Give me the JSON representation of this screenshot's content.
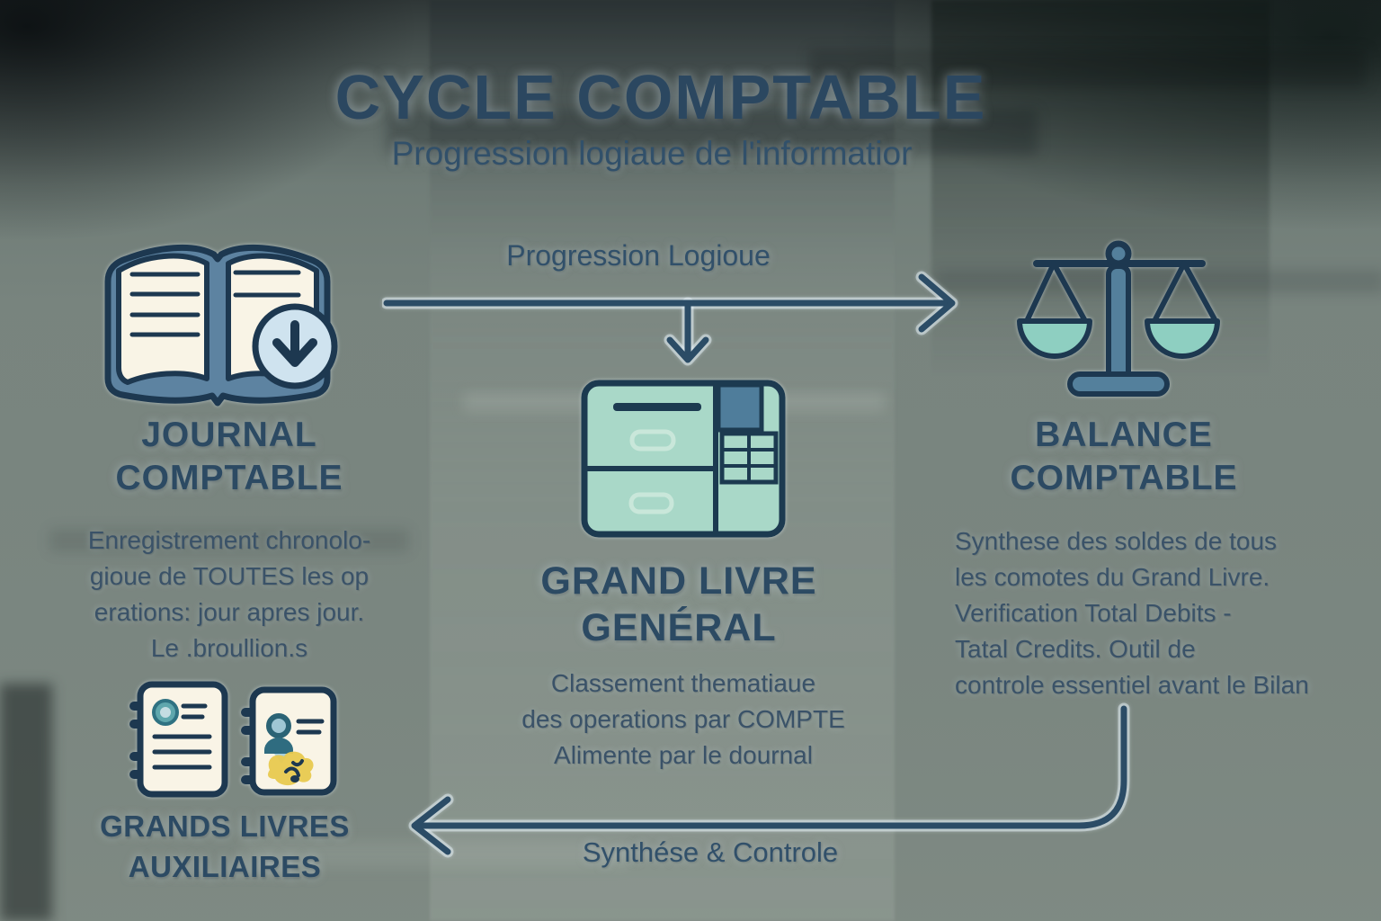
{
  "title": "CYCLE COMPTABLE",
  "subtitle": "Progression logiaue de l'informatior",
  "flow": {
    "forward_label": "Progression Logioue",
    "return_label": "Synthése & Controle",
    "forward_arrow": "right-and-down-arrow",
    "return_arrow": "left-return-arrow"
  },
  "nodes": {
    "journal": {
      "title_lines": [
        "JOURNAL",
        "COMPTABLE"
      ],
      "description_lines": [
        "Enregistrement chronolo-",
        "gioue de TOUTES les op",
        "erations: jour apres jour.",
        "Le .broullion.s"
      ],
      "icon": "open-book-download-icon"
    },
    "grand_livre": {
      "title_lines": [
        "GRAND LIVRE",
        "GENÉRAL"
      ],
      "description_lines": [
        "Classement thematiaue",
        "des operations par COMPTE",
        "Alimente par le dournal"
      ],
      "icon": "filing-cabinet-icon"
    },
    "balance": {
      "title_lines": [
        "BALANCE",
        "COMPTABLE"
      ],
      "description_lines": [
        "Synthese des soldes de tous",
        "les comotes du Grand Livre.",
        "Verification   Total Debits -",
        "Tatal Credits. Outil de",
        "controle essentiel avant le Bilan"
      ],
      "icon": "balance-scale-icon"
    },
    "auxiliaires": {
      "title_lines": [
        "GRANDS LIVRES",
        "AUXILIAIRES"
      ],
      "icon": "spiral-notebooks-icon"
    }
  },
  "colors": {
    "heading_text": "#2c4a63",
    "body_text": "#3a5268",
    "outline_navy": "#1d3850",
    "arrow_blue": "#2b4c66",
    "slate_blue": "#5d83a1",
    "panel_blue": "#4f7d9b",
    "mint_green": "#a9d8c8",
    "pan_mint": "#8ecfc1",
    "cream_page": "#f9f4e6",
    "badge_blue": "#cfe3ef",
    "accent_yellow": "#e8c94f"
  }
}
